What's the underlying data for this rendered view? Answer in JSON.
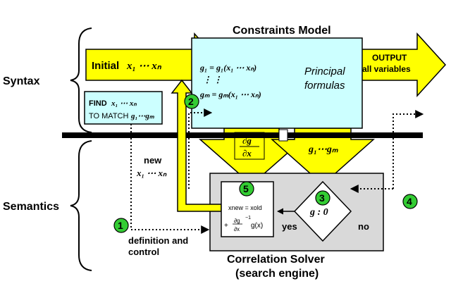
{
  "section_labels": {
    "syntax": "Syntax",
    "semantics": "Semantics"
  },
  "constraints_model": {
    "title": "Constraints Model",
    "formulas": [
      "g₁ = g₁(x₁ ⋯ xₙ)",
      "⋮      ⋮",
      "gₘ = gₘ(x₁ ⋯ xₙ)"
    ],
    "principal_line1": "Principal",
    "principal_line2": "formulas"
  },
  "initial_arrow": {
    "text": "Initial",
    "vars": "x₁ ⋯ xₙ"
  },
  "output_arrow": {
    "line1": "OUTPUT",
    "line2": "all variables"
  },
  "find_box": {
    "line1": "FIND",
    "line1_vars": "x₁ ⋯ xₙ",
    "line2": "TO MATCH",
    "line2_vars": "g₁⋯gₘ"
  },
  "new_vars": {
    "word": "new",
    "vars": "x₁ ⋯ xₙ"
  },
  "jacobian_arrow": {
    "top": "∂g",
    "bottom": "∂x"
  },
  "g_arrow": {
    "text": "g₁⋯gₘ"
  },
  "update_box": {
    "line1": "xnew = xold",
    "line2_prefix": "+",
    "frac_top": "∂g",
    "frac_bottom": "∂x",
    "power": "−1",
    "line2_suffix": "g(x)"
  },
  "decision": {
    "text": "g : 0",
    "yes": "yes",
    "no": "no"
  },
  "definition_label": {
    "line1": "definition and",
    "line2": "control"
  },
  "solver": {
    "line1": "Correlation Solver",
    "line2": "(search engine)"
  },
  "badges": [
    "1",
    "2",
    "3",
    "4",
    "5"
  ],
  "colors": {
    "yellow": "#ffff00",
    "cyan_box": "#ccffff",
    "gray_box": "#d9d9d9",
    "badge_green": "#33cc33"
  }
}
